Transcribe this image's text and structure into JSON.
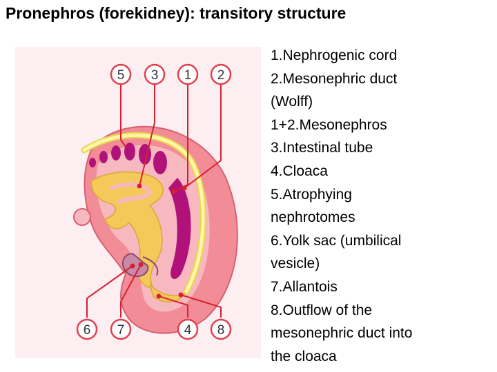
{
  "title": "Pronephros (forekidney): transitory structure",
  "figure": {
    "labels_top": [
      "5",
      "3",
      "1",
      "2"
    ],
    "labels_bottom": [
      "6",
      "7",
      "4",
      "8"
    ],
    "colors": {
      "background": "#fdeef2",
      "embryo_body": "#f28c96",
      "duct": "#f5ef7a",
      "nephrotome": "#b0127a",
      "intestine": "#f5c85a",
      "pointer": "#d62030",
      "circle": "#e04050"
    }
  },
  "legend": [
    "1.Nephrogenic cord",
    "2.Mesonephric duct",
    "(Wolff)",
    "1+2.Mesonephros",
    "3.Intestinal tube",
    "4.Cloaca",
    "5.Atrophying",
    "nephrotomes",
    "6.Yolk sac (umbilical",
    "vesicle)",
    "7.Allantois",
    "8.Outflow of the",
    "mesonephric duct into",
    "the cloaca"
  ]
}
